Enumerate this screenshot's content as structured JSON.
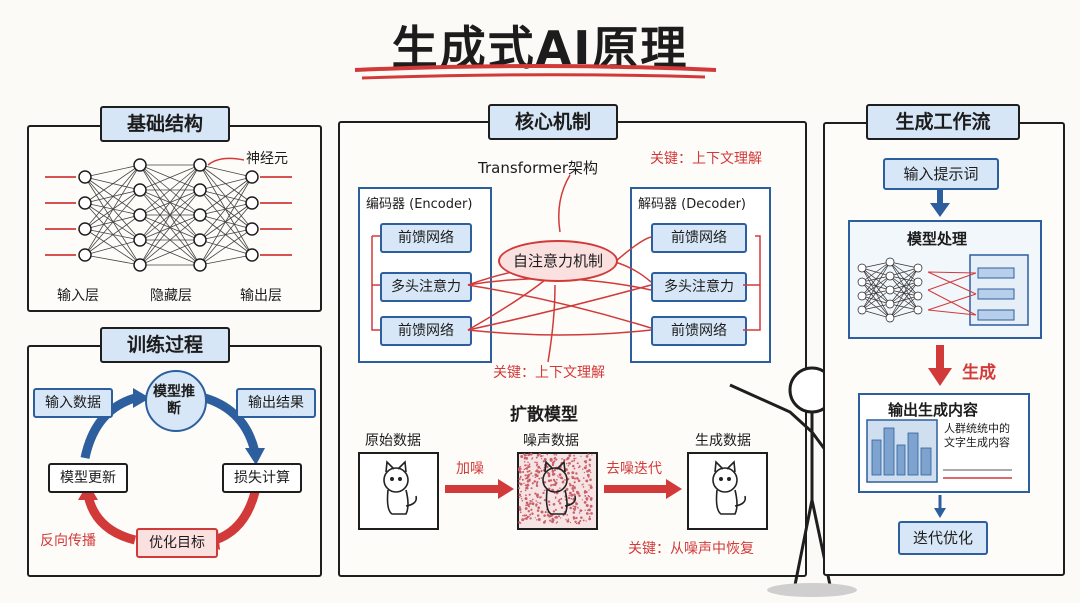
{
  "title": "生成式AI原理",
  "basic": {
    "title": "基础结构",
    "neuron": "神经元",
    "input_layer": "输入层",
    "hidden_layer": "隐藏层",
    "output_layer": "输出层"
  },
  "training": {
    "title": "训练过程",
    "inference": "模型推断",
    "input_data": "输入数据",
    "output_result": "输出结果",
    "model_update": "模型更新",
    "loss": "损失计算",
    "backprop": "反向传播",
    "optimize": "优化目标"
  },
  "core": {
    "title": "核心机制",
    "transformer": "Transformer架构",
    "key_top": "关键：上下文理解",
    "encoder": "编码器 (Encoder)",
    "decoder": "解码器 (Decoder)",
    "ffn": "前馈网络",
    "mha": "多头注意力",
    "self_attention": "自注意力机制",
    "key_bottom": "关键：上下文理解",
    "diffusion_title": "扩散模型",
    "original": "原始数据",
    "noise_data": "噪声数据",
    "generated": "生成数据",
    "add_noise": "加噪",
    "denoise": "去噪迭代",
    "key_recover": "关键：从噪声中恢复"
  },
  "workflow": {
    "title": "生成工作流",
    "prompt": "输入提示词",
    "processing": "模型处理",
    "generate": "生成",
    "output": "输出生成内容",
    "output_text": "人群统统中的\n文字生成内容",
    "iterate": "迭代优化"
  },
  "colors": {
    "blue_fill": "#d7e7f7",
    "blue_stroke": "#2d5f9e",
    "red": "#d23a3a"
  }
}
